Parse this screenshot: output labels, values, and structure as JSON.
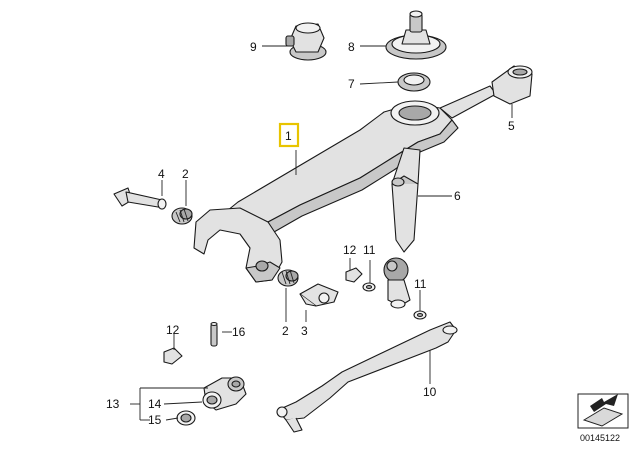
{
  "callouts": {
    "c1": "1",
    "c2a": "2",
    "c2b": "2",
    "c3": "3",
    "c4": "4",
    "c5": "5",
    "c6": "6",
    "c7": "7",
    "c8": "8",
    "c9": "9",
    "c10": "10",
    "c11a": "11",
    "c11b": "11",
    "c12a": "12",
    "c12b": "12",
    "c13": "13",
    "c14": "14",
    "c15": "15",
    "c16": "16"
  },
  "highlight_color": "#e8c400",
  "reference_number": "00145122",
  "logo_icon": "arrow-plate-icon"
}
